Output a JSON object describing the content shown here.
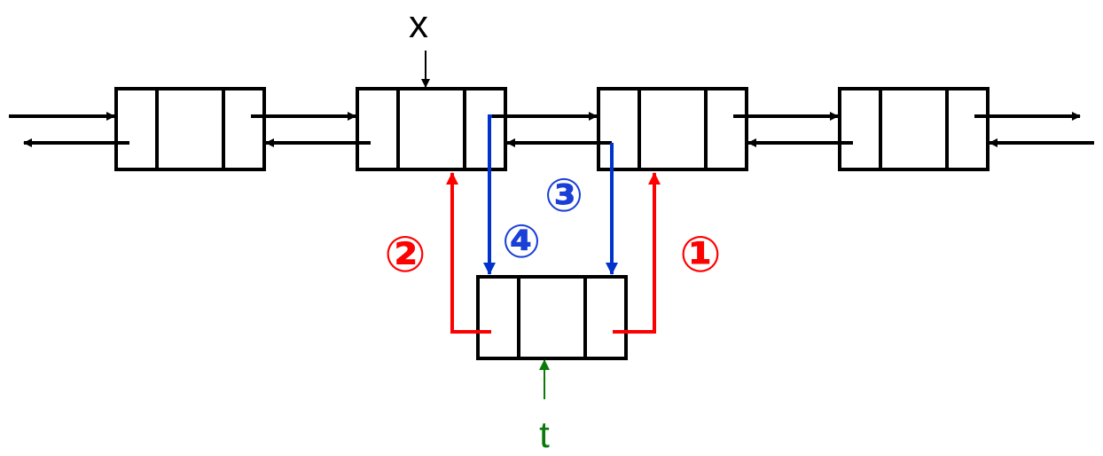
{
  "diagram": {
    "pointer_x_label": "x",
    "pointer_t_label": "t",
    "steps": [
      {
        "label": "①",
        "color": "#ff0000"
      },
      {
        "label": "②",
        "color": "#ff0000"
      },
      {
        "label": "③",
        "color": "#1a3fd6"
      },
      {
        "label": "④",
        "color": "#1a3fd6"
      }
    ],
    "colors": {
      "link": "#000000",
      "red_step": "#ff0000",
      "blue_step": "#0033cc",
      "pointer_t": "#0a7a0a"
    }
  }
}
